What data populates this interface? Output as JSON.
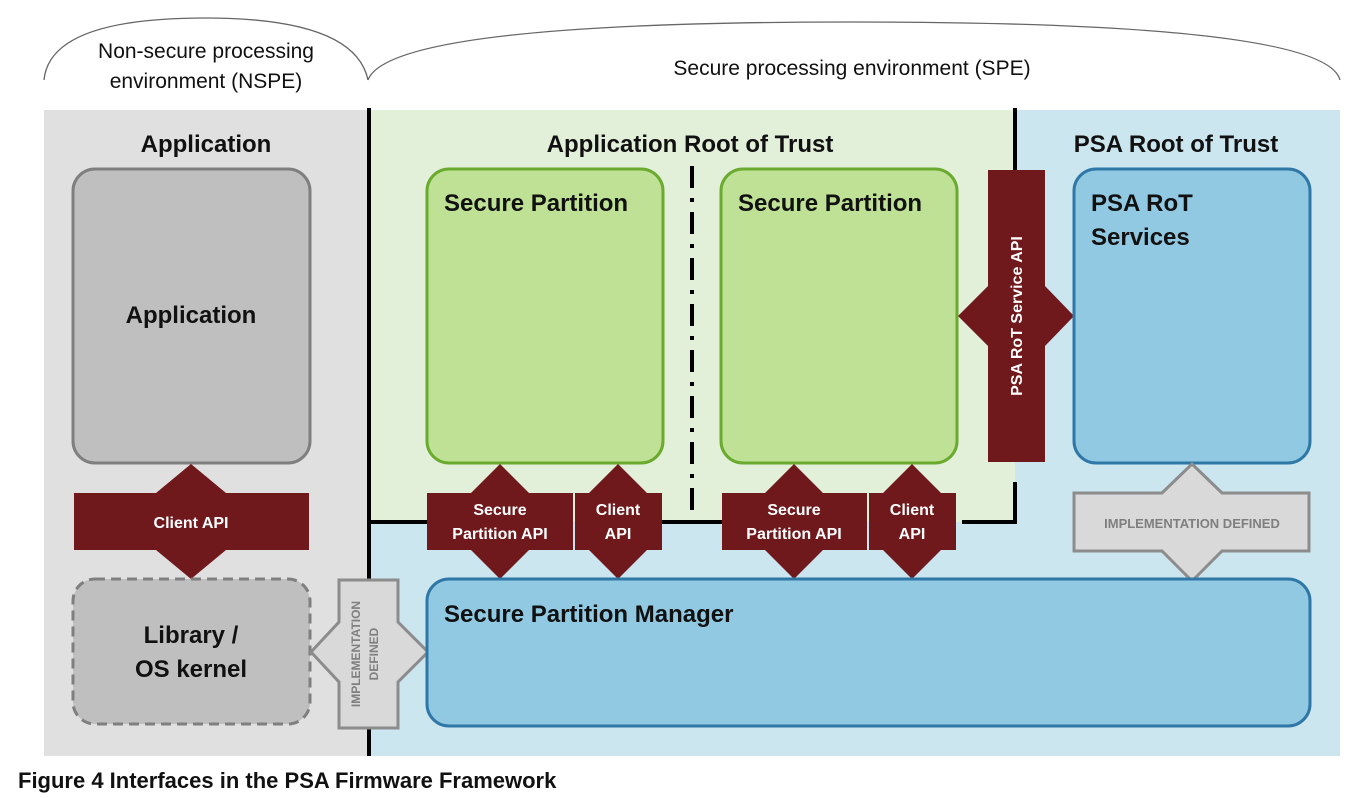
{
  "regions": {
    "nspe_label_line1": "Non-secure processing",
    "nspe_label_line2": "environment (NSPE)",
    "spe_label": "Secure processing environment (SPE)"
  },
  "headers": {
    "application": "Application",
    "app_rot": "Application Root of Trust",
    "psa_rot": "PSA Root of Trust"
  },
  "boxes": {
    "application": "Application",
    "library_line1": "Library /",
    "library_line2": "OS kernel",
    "secure_partition_1": "Secure Partition",
    "secure_partition_2": "Secure Partition",
    "psa_rot_services_line1": "PSA RoT",
    "psa_rot_services_line2": "Services",
    "spm": "Secure Partition Manager"
  },
  "apis": {
    "client_api_nspe": "Client API",
    "sp_api_line1": "Secure",
    "sp_api_line2": "Partition API",
    "client_line1": "Client",
    "client_line2": "API",
    "psa_rot_service_api": "PSA RoT Service API",
    "impl_defined_psa": "IMPLEMENTATION DEFINED",
    "impl_defined_line1": "IMPLEMENTATION",
    "impl_defined_line2": "DEFINED"
  },
  "caption": "Figure 4 Interfaces in the PSA Firmware Framework",
  "colors": {
    "nspe_bg": "#e0e0e0",
    "app_rot_bg": "#e2efd9",
    "psa_rot_bg": "#cce6f0",
    "gray_box": "#bfbfbf",
    "green_box": "#bfe196",
    "green_border": "#6aaa2e",
    "blue_box": "#92c9e2",
    "blue_border": "#2e77a6",
    "api_red": "#70191c",
    "impl_gray": "#d9d9d9"
  }
}
